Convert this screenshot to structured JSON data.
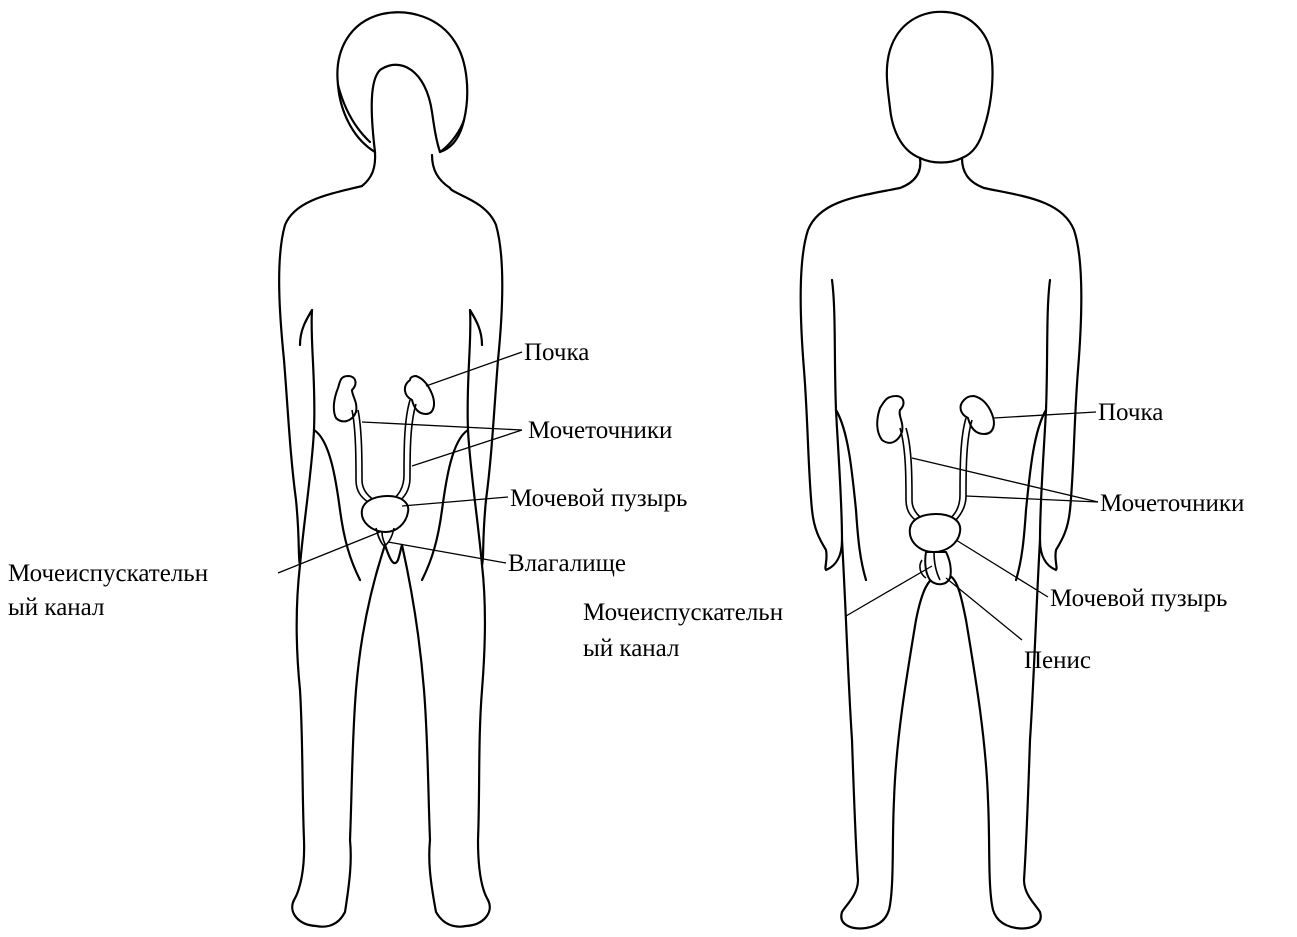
{
  "female": {
    "kidney": "Почка",
    "ureters": "Мочеточники",
    "bladder": "Мочевой пузырь",
    "vagina": "Влагалище",
    "urethra_line1": "Мочеиспускательн",
    "urethra_line2": "ый канал"
  },
  "male": {
    "kidney": "Почка",
    "ureters": "Мочеточники",
    "bladder": "Мочевой пузырь",
    "penis": "Пенис",
    "urethra_line1": "Мочеиспускательн",
    "urethra_line2": "ый канал"
  }
}
